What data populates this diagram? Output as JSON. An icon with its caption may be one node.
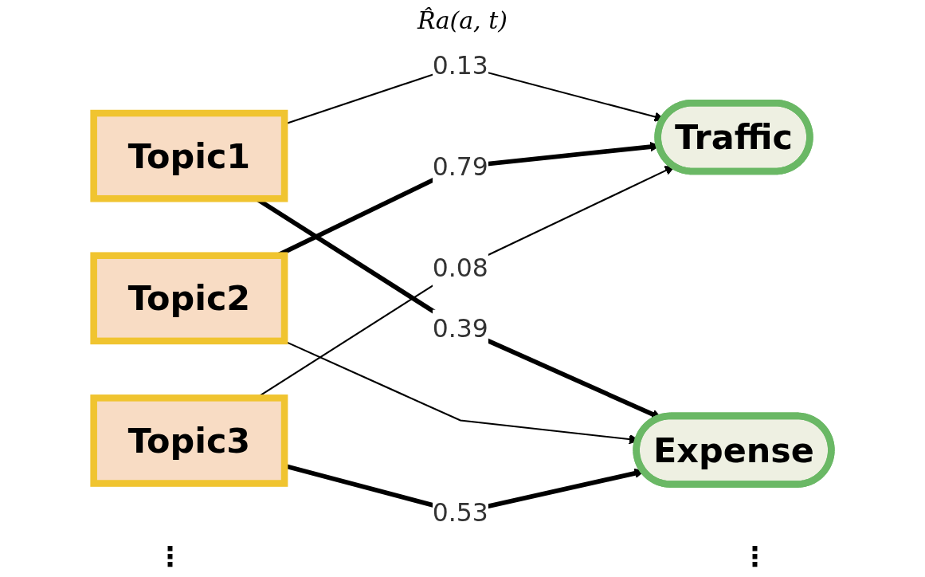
{
  "diagram": {
    "title": "R̂a(a, t)",
    "nodes": [
      {
        "text": [
          "Topic1"
        ]
      },
      {
        "text": [
          "Topic2"
        ]
      },
      {
        "text": [
          "Topic3"
        ]
      },
      {
        "text": [
          "Traffic"
        ]
      },
      {
        "text": [
          "Expense"
        ]
      }
    ],
    "edges": [
      {
        "from": 0,
        "to": 3,
        "arrow": "to",
        "label": "0.13"
      },
      {
        "from": 0,
        "to": 4,
        "arrow": "to",
        "label": "0.39",
        "style": "thick"
      },
      {
        "from": 1,
        "to": 3,
        "arrow": "to",
        "label": "0.79",
        "style": "thick"
      },
      {
        "from": 1,
        "to": 4,
        "arrow": "to"
      },
      {
        "from": 2,
        "to": 3,
        "arrow": "to",
        "label": "0.08"
      },
      {
        "from": 2,
        "to": 4,
        "arrow": "to",
        "label": "0.53",
        "style": "thick"
      }
    ],
    "labels": [
      "⋮",
      "⋮"
    ]
  }
}
